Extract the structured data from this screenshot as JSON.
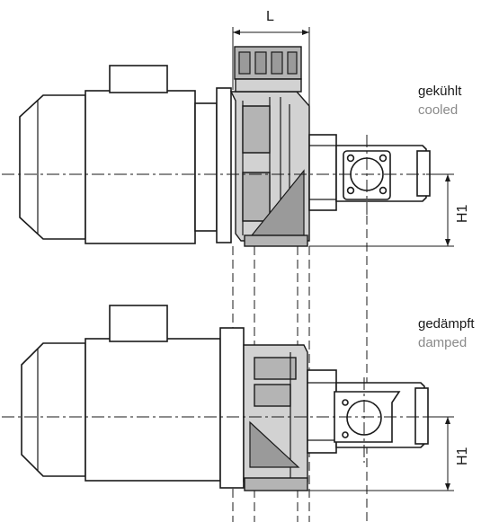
{
  "labels": {
    "top_variant_de": "gekühlt",
    "top_variant_en": "cooled",
    "bottom_variant_de": "gedämpft",
    "bottom_variant_en": "damped"
  },
  "dimensions": {
    "length": "L",
    "height_top": "H1",
    "height_bottom": "H1"
  },
  "colors": {
    "line": "#1a1a1a",
    "fill_light": "#d2d2d2",
    "fill_mid": "#b4b4b4",
    "fill_dark": "#9a9a9a",
    "translation_text": "#8a8a8a"
  }
}
